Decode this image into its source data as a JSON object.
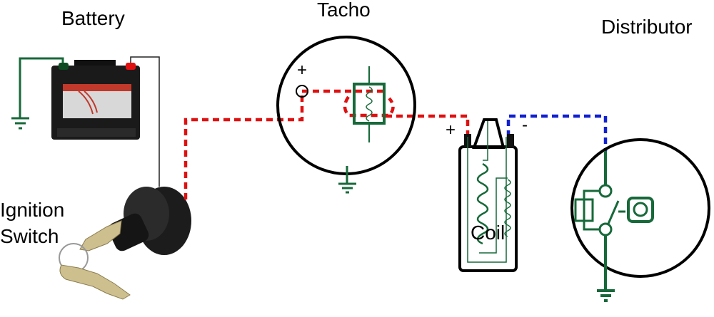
{
  "labels": {
    "battery": "Battery",
    "tacho": "Tacho",
    "distributor": "Distributor",
    "ignition_line1": "Ignition",
    "ignition_line2": "Switch",
    "coil": "Coil",
    "tacho_plus": "+",
    "coil_plus": "+",
    "coil_minus": "-"
  },
  "colors": {
    "ground_wire": "#17693a",
    "tacho_signal": "#e01010",
    "distributor_signal": "#1020d0",
    "outline": "#000000"
  }
}
